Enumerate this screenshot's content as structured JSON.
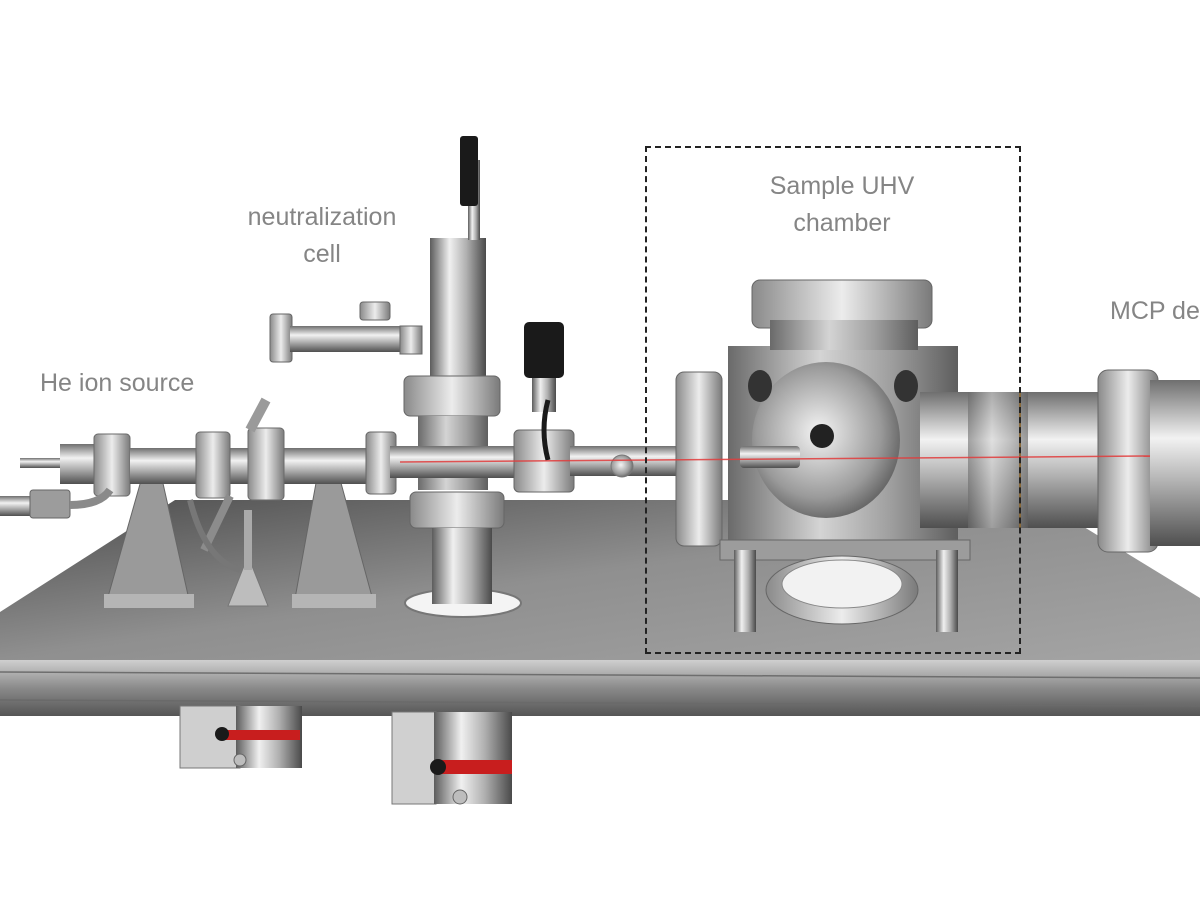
{
  "labels": {
    "he_ion_source": "He ion source",
    "neutralization_cell": [
      "neutralization",
      "cell"
    ],
    "sample_chamber": [
      "Sample UHV",
      "chamber"
    ],
    "mcp_detector": "MCP de"
  },
  "colors": {
    "label_text": "#858585",
    "steel_light": "#e6e6e6",
    "steel_mid": "#a8a8a8",
    "steel_dark": "#5a5a5a",
    "plate_top": "#8c8c8c",
    "beam": "#e23c3c",
    "pump_band": "#c81e1e",
    "knob": "#1a1a1a"
  }
}
